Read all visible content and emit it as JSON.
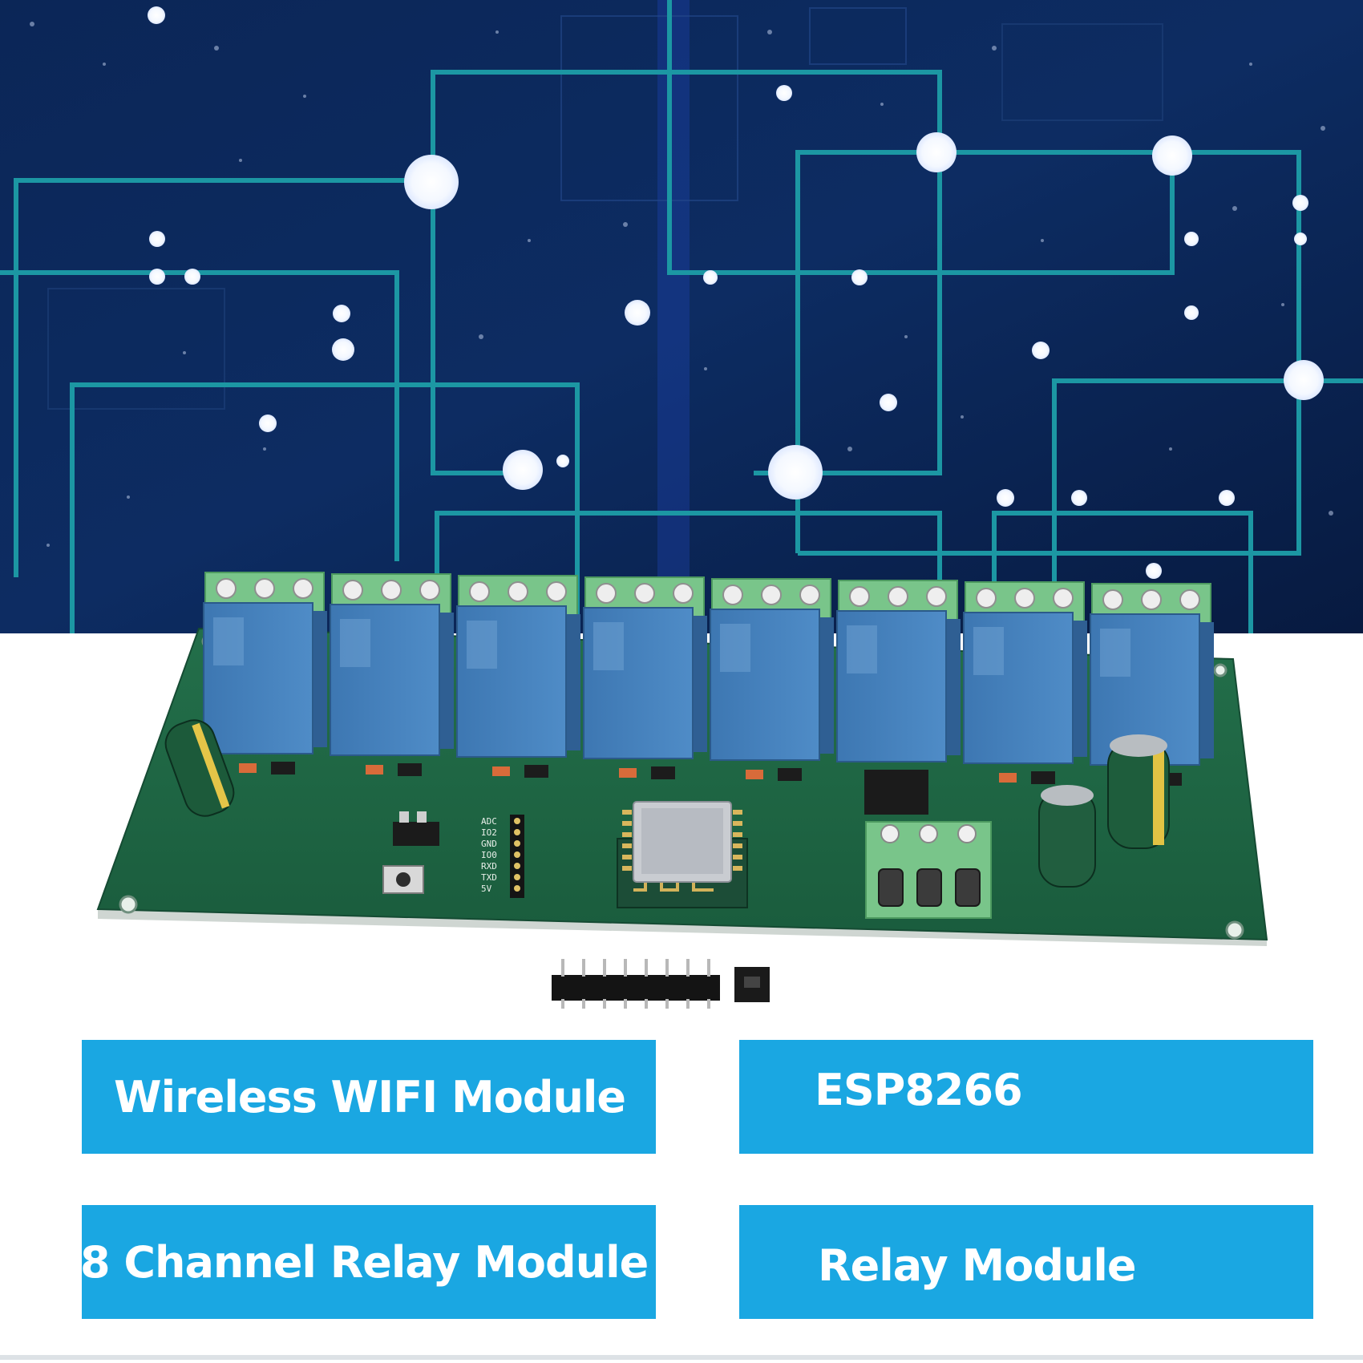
{
  "labels": {
    "wireless": "Wireless WIFI Module",
    "chip": "ESP8266",
    "channels": "8 Channel Relay Module",
    "relay": "Relay Module"
  },
  "board": {
    "relay_count": 8,
    "pin_labels": [
      "ADC",
      "IO2",
      "GND",
      "IO0",
      "RXD",
      "TXD",
      "5V"
    ]
  },
  "colors": {
    "background_navy": "#0c2450",
    "circuit_trace": "#1d9aa6",
    "pcb_green": "#1f6e4b",
    "relay_blue": "#3e78b4",
    "terminal_green": "#77c58a",
    "label_blue": "#1aa7e2"
  }
}
